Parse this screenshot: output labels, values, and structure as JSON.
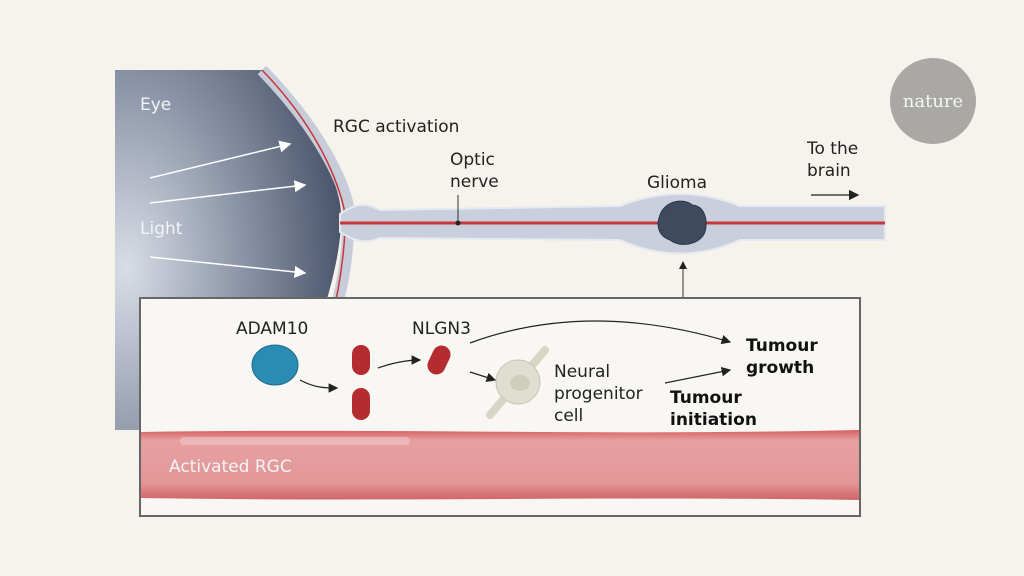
{
  "figure": {
    "brand": "nature",
    "labels": {
      "eye": "Eye",
      "light": "Light",
      "rgc_activation": "RGC activation",
      "optic_nerve": "Optic\nnerve",
      "glioma": "Glioma",
      "to_brain": "To the\nbrain",
      "adam10": "ADAM10",
      "nlgn3": "NLGN3",
      "npc": "Neural\nprogenitor\ncell",
      "tumour_growth": "Tumour\ngrowth",
      "tumour_initiation": "Tumour\ninitiation",
      "activated_rgc": "Activated RGC"
    },
    "colors": {
      "background": "#f5f3ec",
      "eye_dark": "#4f5a70",
      "nerve": "#c9cfdc",
      "axon_red": "#c9353a",
      "glioma": "#3e4a5e",
      "adam10": "#2b8cb3",
      "nlgn3": "#b52c30",
      "rgc_band": "#e39a9a"
    }
  }
}
